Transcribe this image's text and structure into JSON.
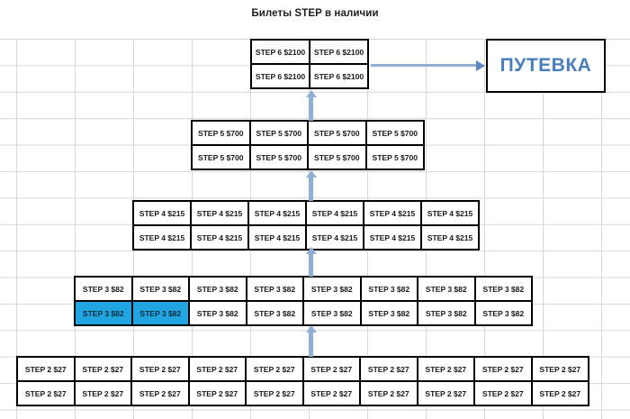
{
  "title": "Билеты STEP в наличии",
  "colors": {
    "cell_border": "#000000",
    "cell_background": "#ffffff",
    "highlight": "#20A5E0",
    "arrow": "#8FAFD4",
    "arrow_head": "#5B88BF",
    "voucher_text": "#4A7EBB",
    "grid_line": "#d8d8d8"
  },
  "voucher": {
    "label": "ПУТЕВКА"
  },
  "pyramid": {
    "tiers": [
      {
        "id": "step6",
        "step_label": "STEP 6",
        "price": "$2100",
        "cell_text": "STEP 6 $2100",
        "columns": 2,
        "rows": 2,
        "highlighted": []
      },
      {
        "id": "step5",
        "step_label": "STEP 5",
        "price": "$700",
        "cell_text": "STEP 5 $700",
        "columns": 4,
        "rows": 2,
        "highlighted": []
      },
      {
        "id": "step4",
        "step_label": "STEP 4",
        "price": "$215",
        "cell_text": "STEP 4 $215",
        "columns": 6,
        "rows": 2,
        "highlighted": []
      },
      {
        "id": "step3",
        "step_label": "STEP 3",
        "price": "$82",
        "cell_text": "STEP 3 $82",
        "columns": 8,
        "rows": 2,
        "highlighted": [
          [
            1,
            0
          ],
          [
            1,
            1
          ]
        ]
      },
      {
        "id": "step2",
        "step_label": "STEP 2",
        "price": "$27",
        "cell_text": "STEP 2 $27",
        "columns": 10,
        "rows": 2,
        "highlighted": []
      }
    ],
    "connectors": [
      {
        "id": "arrow-2-to-3",
        "from": "step2",
        "to": "step3",
        "direction": "up"
      },
      {
        "id": "arrow-3-to-4",
        "from": "step3",
        "to": "step4",
        "direction": "up"
      },
      {
        "id": "arrow-4-to-5",
        "from": "step4",
        "to": "step5",
        "direction": "up"
      },
      {
        "id": "arrow-5-to-6",
        "from": "step5",
        "to": "step6",
        "direction": "up"
      },
      {
        "id": "arrow-to-voucher",
        "from": "step6",
        "to": "voucher",
        "direction": "right"
      }
    ]
  },
  "chart_data": {
    "type": "bar",
    "title": "Билеты STEP в наличии",
    "categories": [
      "STEP 2",
      "STEP 3",
      "STEP 4",
      "STEP 5",
      "STEP 6"
    ],
    "values": [
      20,
      16,
      12,
      8,
      4
    ],
    "prices": [
      "$27",
      "$82",
      "$215",
      "$700",
      "$2100"
    ],
    "xlabel": "",
    "ylabel": "",
    "notes": "Pyramid of ticket cells: each tier has 2 rows; column counts 10, 8, 6, 4, 2 from bottom to top. Two cells in the bottom row of STEP 3 are highlighted."
  }
}
